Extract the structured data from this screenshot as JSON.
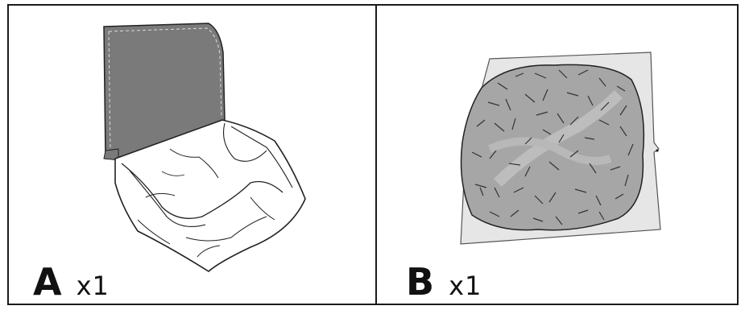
{
  "panels": [
    {
      "letter": "A",
      "quantity": "x1",
      "item_icon": "bag-with-support-board-icon",
      "fill": "#7a7a7a"
    },
    {
      "letter": "B",
      "quantity": "x1",
      "item_icon": "textured-pad-in-sheet-icon",
      "fill": "#a6a6a6"
    }
  ],
  "colors": {
    "border": "#1a1a1a",
    "line": "#222222",
    "sheet": "#e6e6e6"
  }
}
